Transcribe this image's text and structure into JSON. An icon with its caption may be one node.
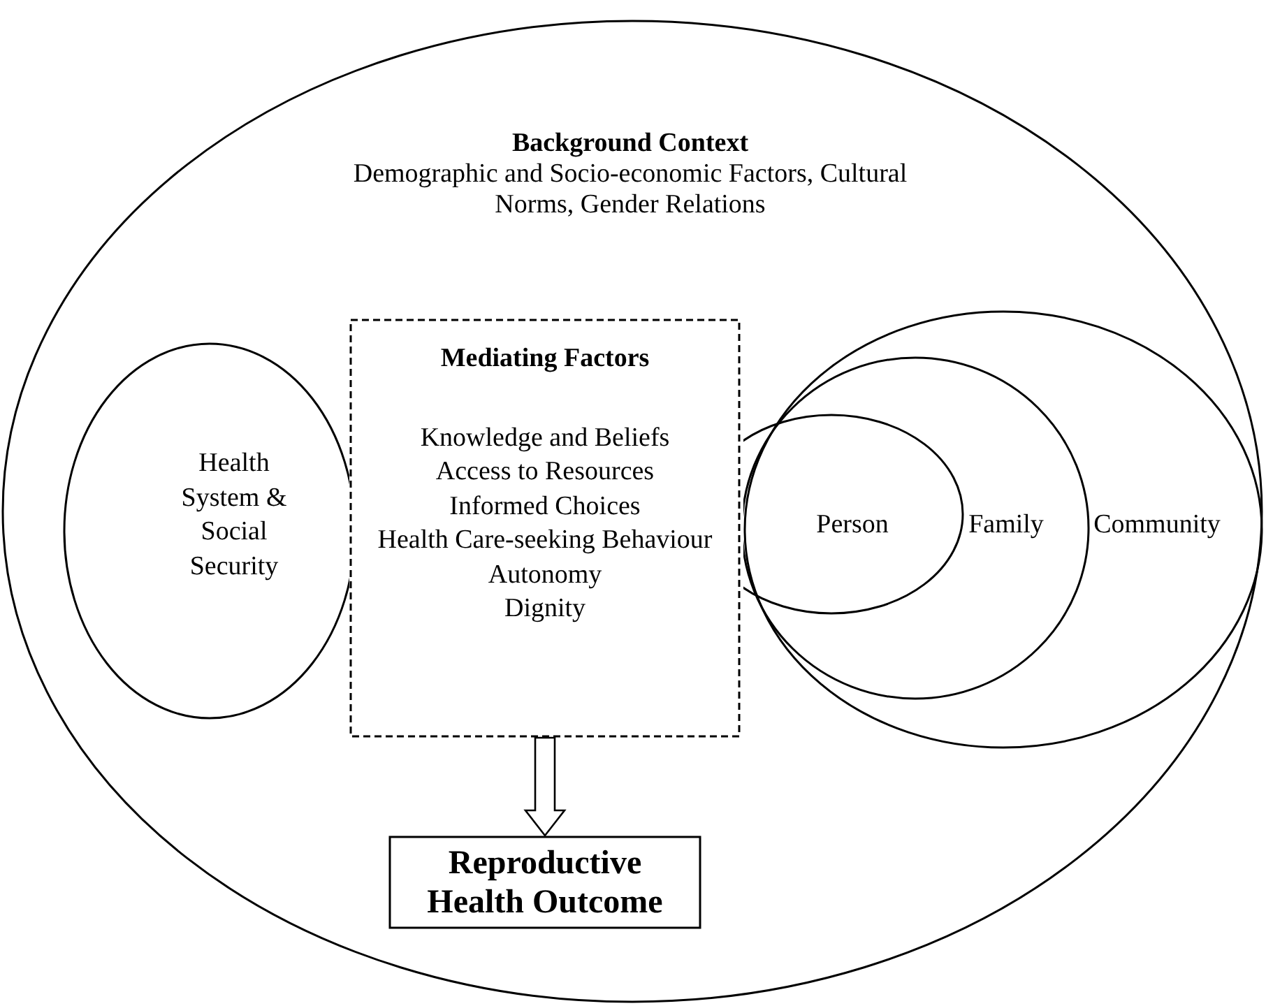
{
  "diagram": {
    "nodes": [
      {
        "text": [
          "Background Context",
          "Demographic and Socio-economic Factors, Cultural Norms, Gender Relations"
        ]
      },
      {
        "text": [
          "Health System & Social Security"
        ],
        "in": 0
      },
      {
        "text": [
          "Mediating Factors",
          "Knowledge and Beliefs",
          "Access to Resources",
          "Informed Choices",
          "Health Care-seeking Behaviour",
          "Autonomy",
          "Dignity"
        ],
        "in": 0
      },
      {
        "text": [
          "Community"
        ],
        "in": 0
      },
      {
        "text": [
          "Family"
        ],
        "in": 3
      },
      {
        "text": [
          "Person"
        ],
        "in": 4
      },
      {
        "text": [
          "Reproductive Health Outcome"
        ],
        "in": 0
      }
    ],
    "edges": [
      {
        "from": 2,
        "to": 6,
        "arrow": "to"
      }
    ]
  }
}
